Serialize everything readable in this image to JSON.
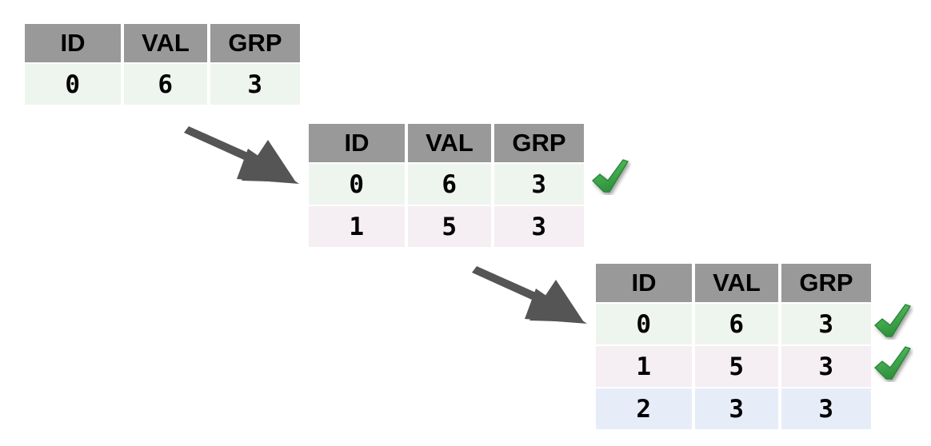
{
  "figure": {
    "title": "",
    "background_color": "#ffffff",
    "header_color": "#999999",
    "arrow_color": "#555555",
    "check_color": "#3faf50"
  },
  "columns": [
    "ID",
    "VAL",
    "GRP"
  ],
  "tables": [
    {
      "name": "table-step-1",
      "rows": [
        {
          "id": "0",
          "val": "6",
          "grp": "3",
          "tint": "green",
          "checked": false
        }
      ]
    },
    {
      "name": "table-step-2",
      "rows": [
        {
          "id": "0",
          "val": "6",
          "grp": "3",
          "tint": "green",
          "checked": true
        },
        {
          "id": "1",
          "val": "5",
          "grp": "3",
          "tint": "pink",
          "checked": false
        }
      ]
    },
    {
      "name": "table-step-3",
      "rows": [
        {
          "id": "0",
          "val": "6",
          "grp": "3",
          "tint": "green",
          "checked": true
        },
        {
          "id": "1",
          "val": "5",
          "grp": "3",
          "tint": "pink",
          "checked": true
        },
        {
          "id": "2",
          "val": "3",
          "grp": "3",
          "tint": "blue",
          "checked": false
        }
      ]
    }
  ],
  "arrows": [
    {
      "name": "arrow-step-1-to-2",
      "from": "table-step-1",
      "to": "table-step-2"
    },
    {
      "name": "arrow-step-2-to-3",
      "from": "table-step-2",
      "to": "table-step-3"
    }
  ],
  "t1": {
    "h0": "ID",
    "h1": "VAL",
    "h2": "GRP",
    "r0c0": "0",
    "r0c1": "6",
    "r0c2": "3"
  },
  "t2": {
    "h0": "ID",
    "h1": "VAL",
    "h2": "GRP",
    "r0c0": "0",
    "r0c1": "6",
    "r0c2": "3",
    "r1c0": "1",
    "r1c1": "5",
    "r1c2": "3"
  },
  "t3": {
    "h0": "ID",
    "h1": "VAL",
    "h2": "GRP",
    "r0c0": "0",
    "r0c1": "6",
    "r0c2": "3",
    "r1c0": "1",
    "r1c1": "5",
    "r1c2": "3",
    "r2c0": "2",
    "r2c1": "3",
    "r2c2": "3"
  }
}
